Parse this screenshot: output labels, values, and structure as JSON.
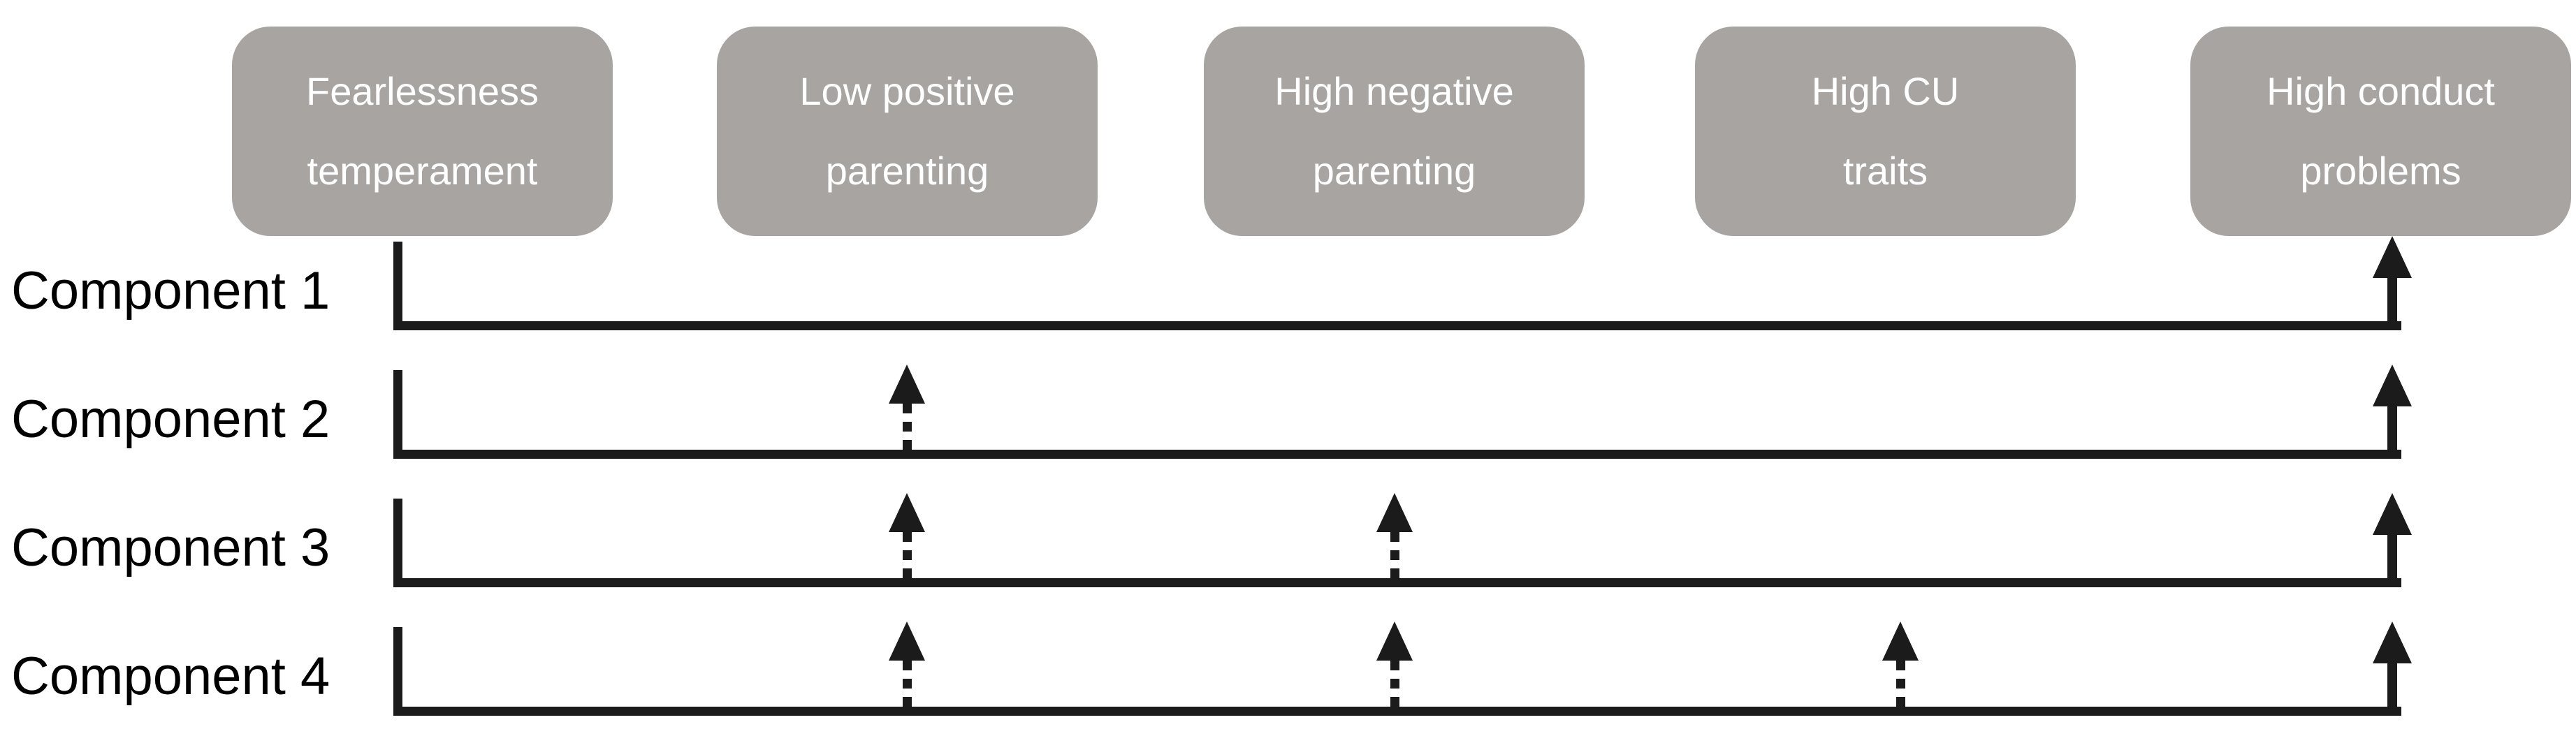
{
  "boxes": [
    {
      "id": "fearlessness-temperament",
      "line1": "Fearlessness",
      "line2": "temperament"
    },
    {
      "id": "low-positive-parenting",
      "line1": "Low positive",
      "line2": "parenting"
    },
    {
      "id": "high-negative-parenting",
      "line1": "High negative",
      "line2": "parenting"
    },
    {
      "id": "high-cu-traits",
      "line1": "High CU",
      "line2": "traits"
    },
    {
      "id": "high-conduct-problems",
      "line1": "High conduct",
      "line2": "problems"
    }
  ],
  "components": [
    {
      "label": "Component 1",
      "dotted_arrow_targets": [],
      "solid_arrow_target": "high-conduct-problems"
    },
    {
      "label": "Component 2",
      "dotted_arrow_targets": [
        "low-positive-parenting"
      ],
      "solid_arrow_target": "high-conduct-problems"
    },
    {
      "label": "Component 3",
      "dotted_arrow_targets": [
        "low-positive-parenting",
        "high-negative-parenting"
      ],
      "solid_arrow_target": "high-conduct-problems"
    },
    {
      "label": "Component 4",
      "dotted_arrow_targets": [
        "low-positive-parenting",
        "high-negative-parenting",
        "high-cu-traits"
      ],
      "solid_arrow_target": "high-conduct-problems"
    }
  ],
  "colors": {
    "background": "#ffffff",
    "box_fill": "#a8a4a2",
    "box_text": "#ffffff",
    "line": "#1b1b1b",
    "label_text": "#000000"
  }
}
